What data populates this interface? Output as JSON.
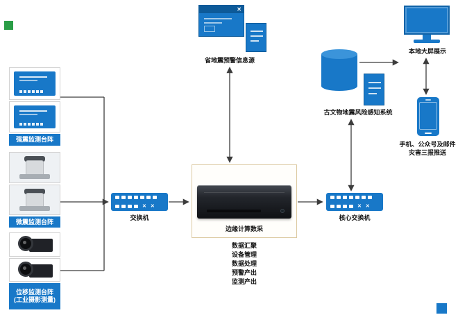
{
  "colors": {
    "accent": "#1878c8",
    "green": "#2a9d46",
    "connector": "#3c3c3c"
  },
  "icons": {
    "close": "✕",
    "port_x": "✕"
  },
  "nodes": {
    "strong_motion": {
      "label": "强震监测台阵"
    },
    "micro_seismic": {
      "label": "微震监测台阵"
    },
    "displacement": {
      "label": "位移监测台阵",
      "sublabel": "(工业摄影测量)"
    },
    "switch": {
      "label": "交换机"
    },
    "edge_computing": {
      "label": "边缘计算数采",
      "functions": [
        "数据汇聚",
        "设备管理",
        "数据处理",
        "预警产出",
        "监测产出"
      ]
    },
    "warning_source": {
      "label": "省地震预警信息源"
    },
    "core_switch": {
      "label": "核心交换机"
    },
    "risk_system": {
      "label": "古文物地震风险感知系统"
    },
    "big_screen": {
      "label": "本地大屏展示"
    },
    "push_service": {
      "label_line1": "手机、公众号及邮件",
      "label_line2": "灾害三报推送"
    }
  }
}
